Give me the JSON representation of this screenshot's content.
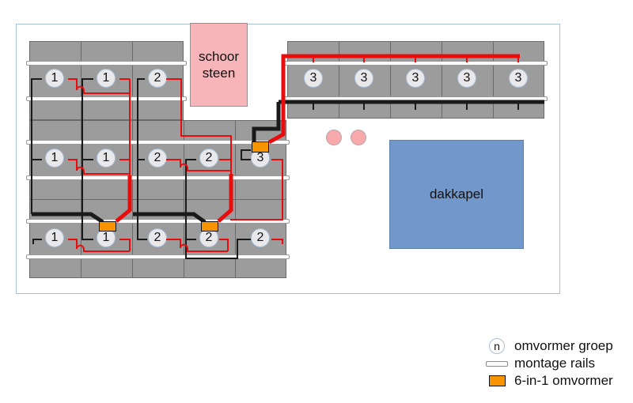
{
  "colors": {
    "panel": "#9c9c9c",
    "panel_border": "#6a6a6a",
    "rail_fill": "#fbfbfb",
    "rail_border": "#999999",
    "wire_red": "#e80c0c",
    "wire_black": "#1a1a1a",
    "inverter_orange": "#f79400",
    "chimney_pink": "#f7b5b9",
    "vent_pink": "#f7a9ac",
    "dormer_blue": "#7197cb",
    "canvas_border": "#a9c0dc",
    "label_circle_fill": "#e9e9ec",
    "label_circle_border": "#a9bed6"
  },
  "roof": {
    "chimney": {
      "line1": "schoor",
      "line2": "steen"
    },
    "dormer": {
      "label": "dakkapel"
    },
    "left_row1": {
      "labels": [
        "1",
        "1",
        "2"
      ]
    },
    "left_row2": {
      "labels": [
        "1",
        "1",
        "2",
        "2",
        "3"
      ]
    },
    "left_row3": {
      "labels": [
        "1",
        "1",
        "2",
        "2",
        "2"
      ]
    },
    "right_row": {
      "labels": [
        "3",
        "3",
        "3",
        "3",
        "3"
      ]
    }
  },
  "legend": {
    "items": [
      {
        "symbol": "n",
        "label": "omvormer groep"
      },
      {
        "symbol": "rail",
        "label": "montage rails"
      },
      {
        "symbol": "inverter",
        "label": "6-in-1 omvormer"
      }
    ]
  }
}
